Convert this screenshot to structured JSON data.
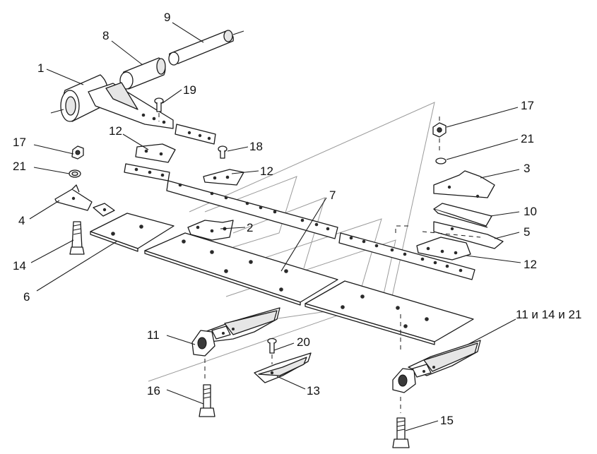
{
  "labels": {
    "l1": "1",
    "l2": "2",
    "l3": "3",
    "l4": "4",
    "l5": "5",
    "l6": "6",
    "l7": "7",
    "l8": "8",
    "l9": "9",
    "l10": "10",
    "l11": "11",
    "l12a": "12",
    "l12b": "12",
    "l12c": "12",
    "l13": "13",
    "l14": "14",
    "l15": "15",
    "l16": "16",
    "l17a": "17",
    "l17b": "17",
    "l18": "18",
    "l19": "19",
    "l20": "20",
    "l21a": "21",
    "l21b": "21",
    "l11_14_21": "11 и 14 и 21"
  }
}
